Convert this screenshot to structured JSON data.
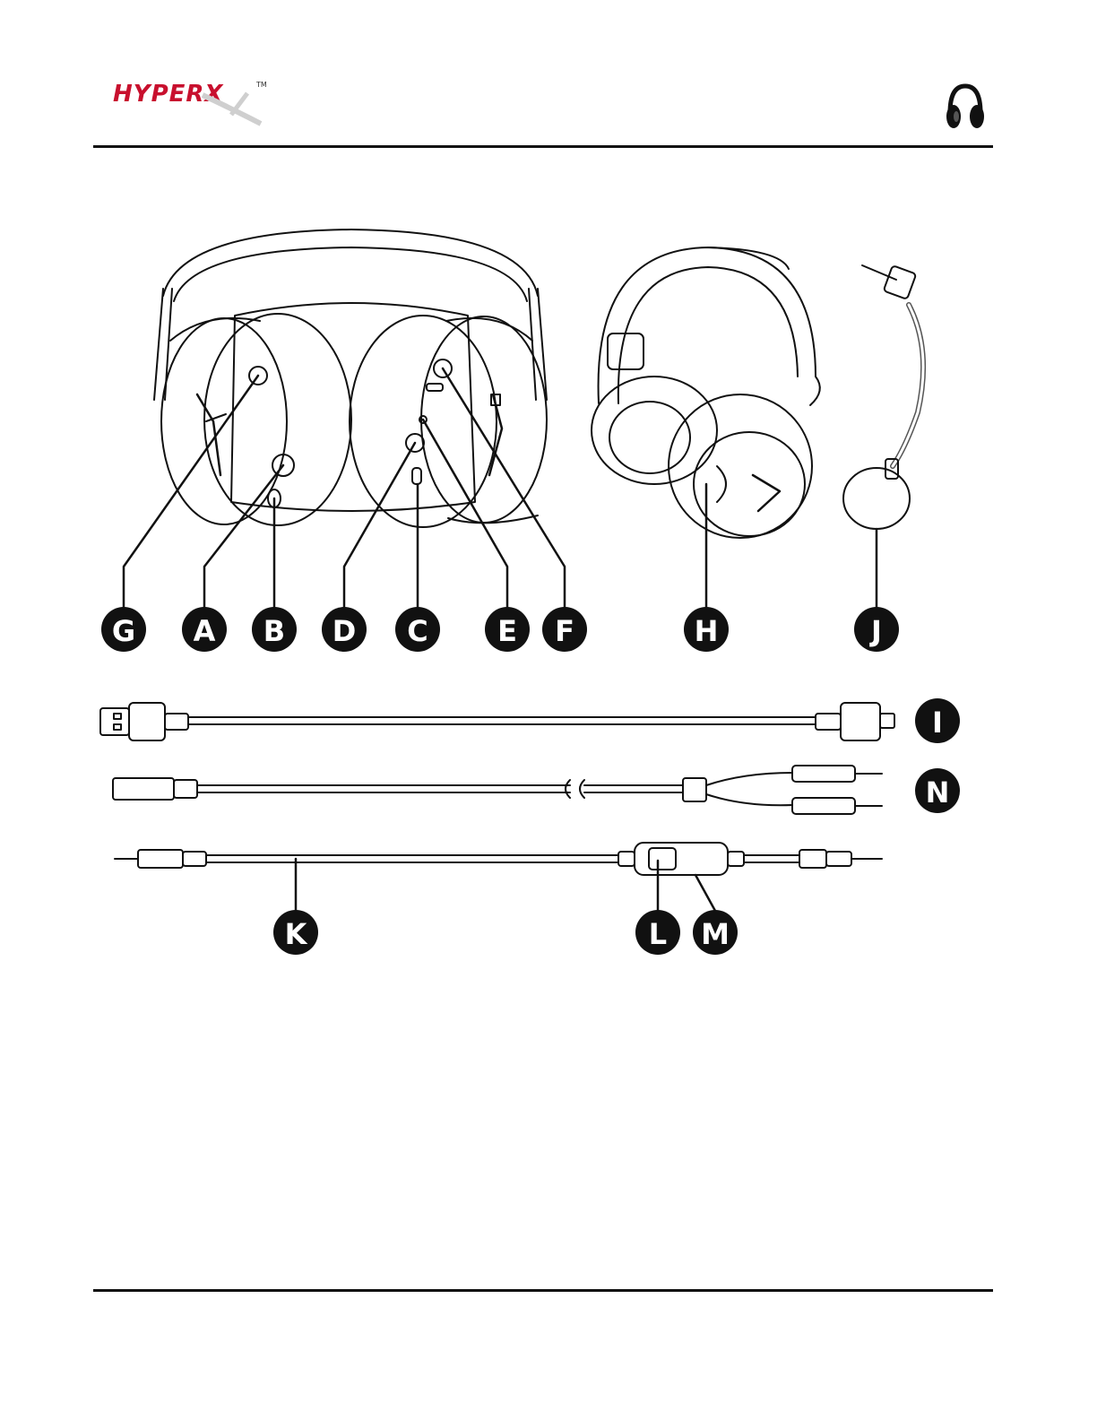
{
  "header": {
    "logo_text": "HYPERX",
    "logo_tm": "TM",
    "logo_color": "#c8102e"
  },
  "icons": {
    "headset_thumbnail": "headset-icon",
    "power": "power-icon",
    "usb": "usb-icon",
    "mic": "microphone-icon",
    "headphone": "headphone-icon"
  },
  "labels": {
    "a": "A",
    "b": "B",
    "c": "C",
    "d": "D",
    "e": "E",
    "f": "F",
    "g": "G",
    "h": "H",
    "i": "I",
    "j": "J",
    "k": "K",
    "l": "L",
    "m": "M",
    "n": "N"
  },
  "colors": {
    "badge": "#111111",
    "line": "#111111",
    "brand": "#c8102e"
  }
}
